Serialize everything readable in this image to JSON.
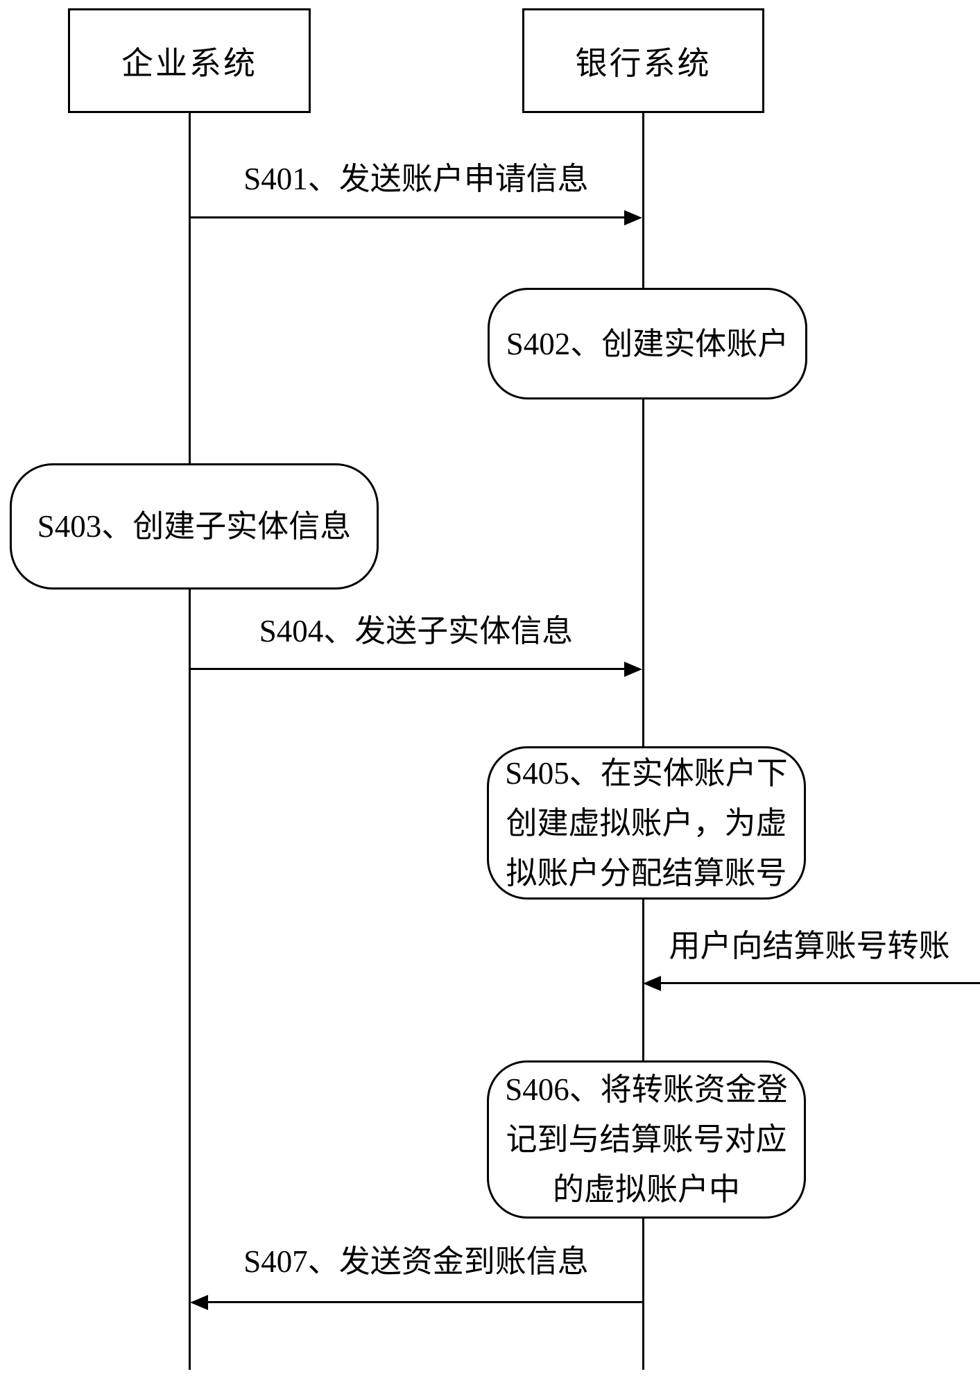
{
  "diagram": {
    "type": "sequence-diagram",
    "colors": {
      "line": "#000000",
      "background": "#ffffff"
    },
    "icons": {
      "arrowhead_right": "filled-right-triangle",
      "arrowhead_left": "filled-left-triangle"
    },
    "actors": {
      "enterprise": {
        "label": "企业系统"
      },
      "bank": {
        "label": "银行系统"
      }
    },
    "messages": {
      "s401": {
        "label": "S401、发送账户申请信息",
        "from": "enterprise",
        "to": "bank"
      },
      "s404": {
        "label": "S404、发送子实体信息",
        "from": "enterprise",
        "to": "bank"
      },
      "user_transfer": {
        "label": "用户向结算账号转账",
        "from": "external",
        "to": "bank"
      },
      "s407": {
        "label": "S407、发送资金到账信息",
        "from": "bank",
        "to": "enterprise"
      }
    },
    "activities": {
      "s402": {
        "line1": "S402、创建实体账户"
      },
      "s403": {
        "line1": "S403、创建子实体信息"
      },
      "s405": {
        "line1": "S405、在实体账户下",
        "line2": "创建虚拟账户，为虚",
        "line3": "拟账户分配结算账号"
      },
      "s406": {
        "line1": "S406、将转账资金登",
        "line2": "记到与结算账号对应",
        "line3": "的虚拟账户中"
      }
    }
  }
}
